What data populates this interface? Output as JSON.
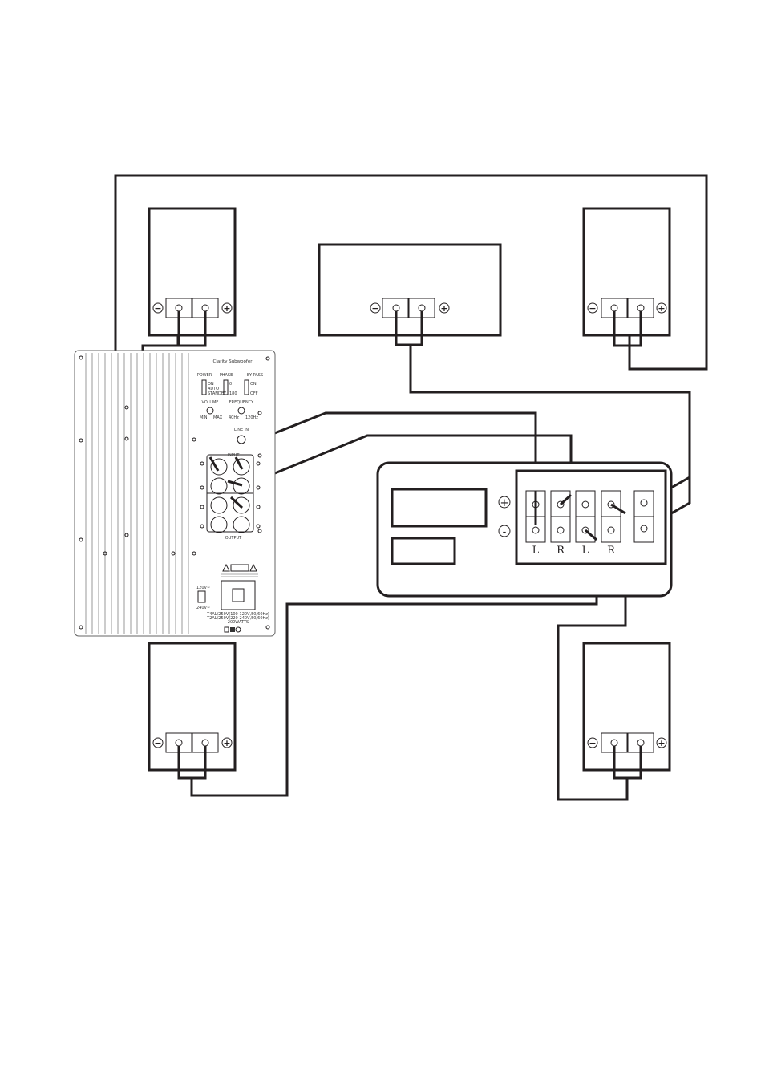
{
  "amplifier": {
    "title": "Clarity Subwoofer",
    "power_label": "POWER",
    "power_opts": [
      "ON",
      "AUTO",
      "STANDBY"
    ],
    "phase_label": "PHASE",
    "phase_opts": [
      "0",
      "180"
    ],
    "bypass_label": "BY PASS",
    "bypass_opts": [
      "ON",
      "OFF"
    ],
    "volume_label": "VOLUME",
    "frequency_label": "FREQUENCY",
    "vol_min": "MIN",
    "vol_max": "MAX",
    "freq_min": "40Hz",
    "freq_max": "120Hz",
    "line_in": "LINE IN",
    "input": "INPUT",
    "output": "OUTPUT",
    "v120": "120V~",
    "v240": "240V~",
    "fuse_line1": "T4AL/250V(100-120V,50/60Hz)",
    "fuse_line2": "T2AL/250V(220-240V,50/60Hz)",
    "fuse_line3": "200WATTS"
  },
  "receiver": {
    "plus": "+",
    "minus": "-",
    "channels": [
      "L",
      "R",
      "L",
      "R"
    ]
  },
  "speaker_terminals": {
    "minus": "−",
    "plus": "+"
  }
}
